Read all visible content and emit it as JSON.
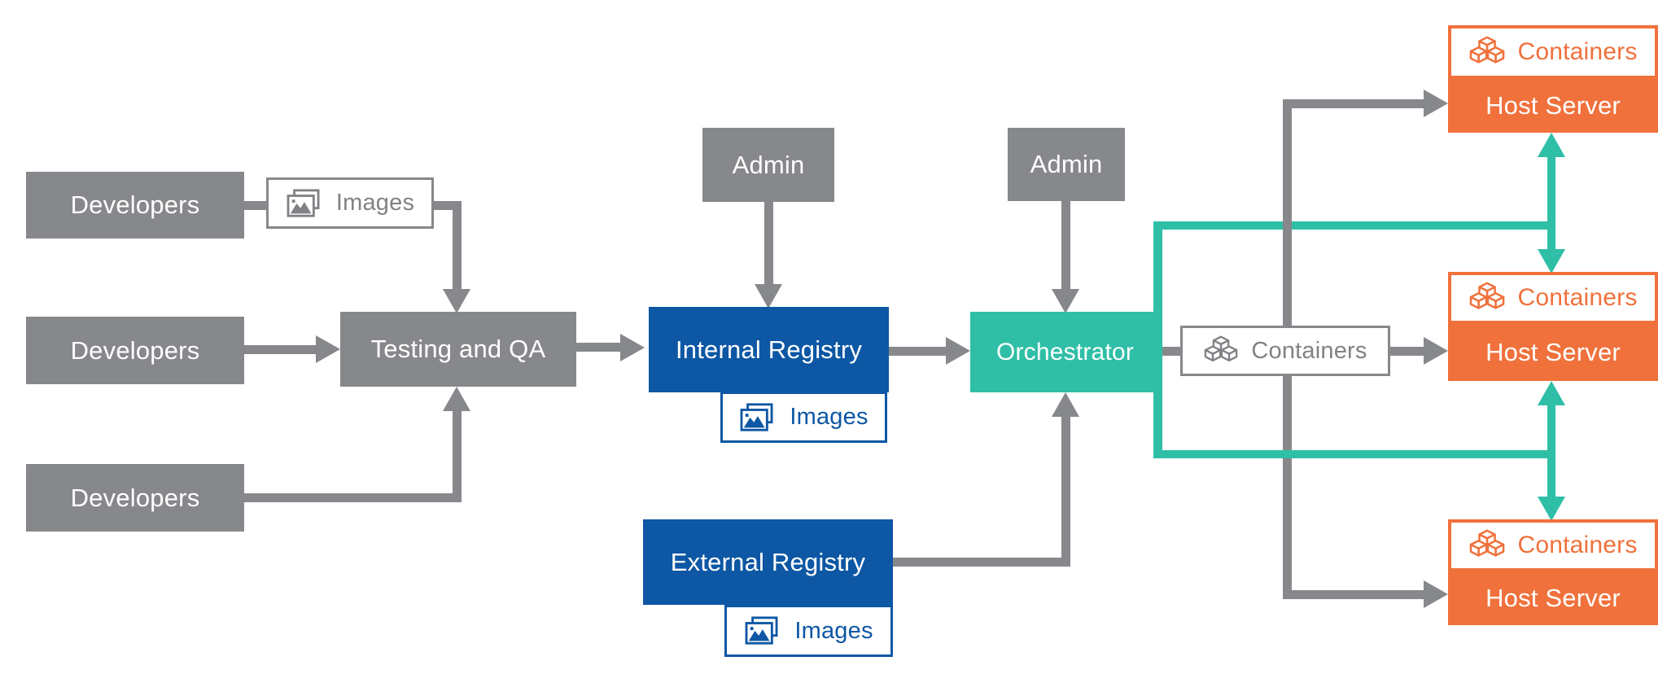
{
  "colors": {
    "box_gray": "#86888B",
    "registry_blue": "#0D57A4",
    "orchestrator_teal": "#2FBFA6",
    "host_orange": "#F0713C",
    "text_white": "#FFFFFF",
    "background": "#FFFFFF"
  },
  "nodes": {
    "developers_1": "Developers",
    "developers_2": "Developers",
    "developers_3": "Developers",
    "images_dev": "Images",
    "testing_qa": "Testing and QA",
    "admin_internal": "Admin",
    "admin_orchestrator": "Admin",
    "internal_registry": "Internal Registry",
    "images_internal": "Images",
    "external_registry": "External Registry",
    "images_external": "Images",
    "orchestrator": "Orchestrator",
    "containers_hub": "Containers",
    "hosts": [
      {
        "containers": "Containers",
        "host": "Host Server"
      },
      {
        "containers": "Containers",
        "host": "Host Server"
      },
      {
        "containers": "Containers",
        "host": "Host Server"
      }
    ]
  }
}
